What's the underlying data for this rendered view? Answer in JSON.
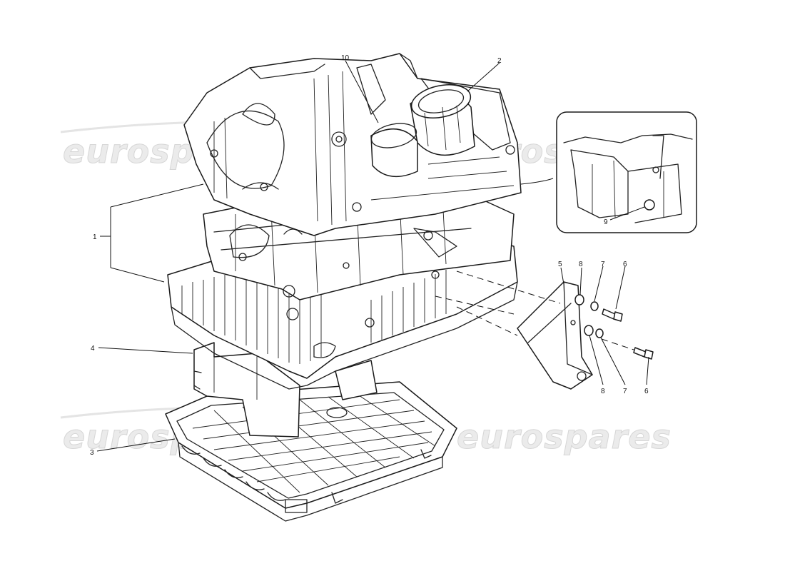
{
  "watermark": {
    "text": "eurospares",
    "color": "#e6e6e6"
  },
  "callouts": {
    "c1": "1",
    "c2": "2",
    "c3": "3",
    "c4": "4",
    "c5": "5",
    "c6a": "6",
    "c6b": "6",
    "c7a": "7",
    "c7b": "7",
    "c8a": "8",
    "c8b": "8",
    "c9": "9",
    "c10": "10"
  }
}
